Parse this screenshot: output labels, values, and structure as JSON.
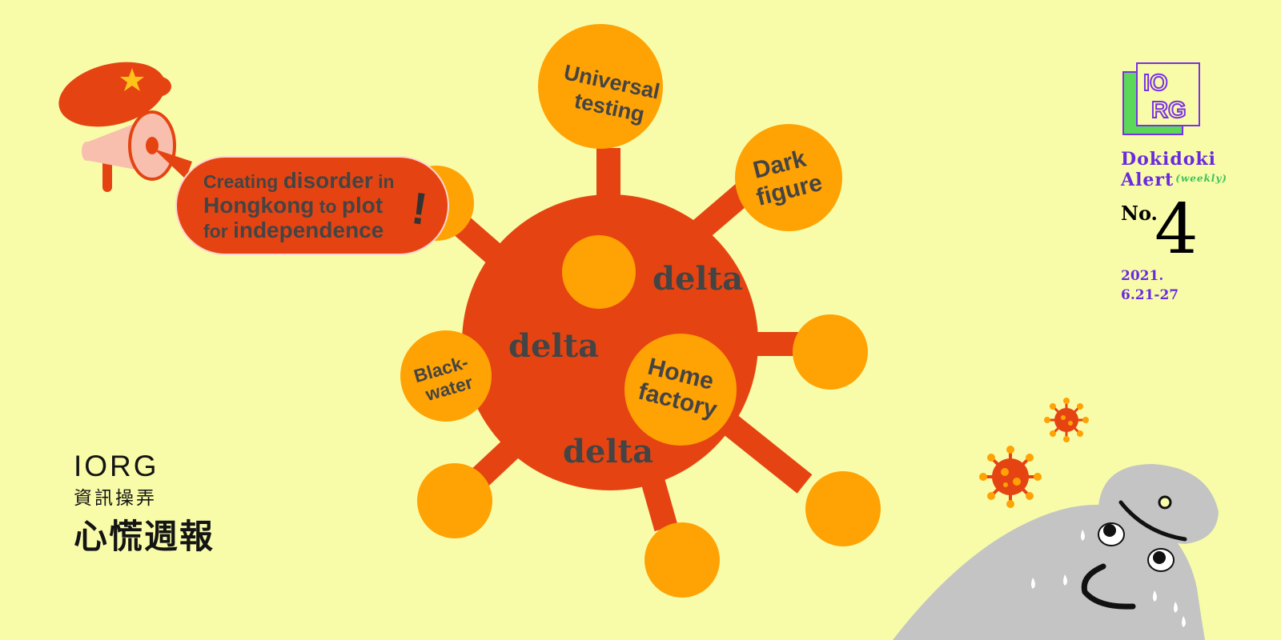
{
  "logo": {
    "line1": "IO",
    "line2": "RG"
  },
  "issue": {
    "title_line1": "Dokidoki",
    "title_line2": "Alert",
    "frequency": "(weekly)",
    "number_prefix": "No.",
    "number": "4",
    "year": "2021.",
    "date_range": "6.21-27"
  },
  "brand": {
    "name": "IORG",
    "subtitle": "資訊操弄",
    "title": "心慌週報"
  },
  "speech_bubble": {
    "line1_a": "Creating ",
    "line1_b": "disorder",
    "line1_c": " in",
    "line2_a": "Hongkong",
    "line2_b": " to ",
    "line2_c": "plot",
    "line3_a": "for ",
    "line3_b": "independence",
    "mark": "!"
  },
  "virus": {
    "core_labels": [
      "delta",
      "delta",
      "delta"
    ],
    "spike_labels": [
      {
        "line1": "Universal",
        "line2": "testing"
      },
      {
        "line1": "Dark",
        "line2": "figure"
      },
      {
        "line1": "Black-",
        "line2": "water"
      },
      {
        "line1": "Home",
        "line2": "factory"
      }
    ]
  },
  "colors": {
    "background": "#f8fca8",
    "virus_red": "#e54412",
    "virus_orange": "#ffa203",
    "text_dark": "#444444",
    "purple": "#6a2be0",
    "green": "#3cc45a",
    "mascot_gray": "#c4c4c4"
  },
  "icons": [
    "megaphone-icon",
    "military-cap-icon",
    "star-icon",
    "small-virus-icon",
    "crying-mascot-icon"
  ]
}
